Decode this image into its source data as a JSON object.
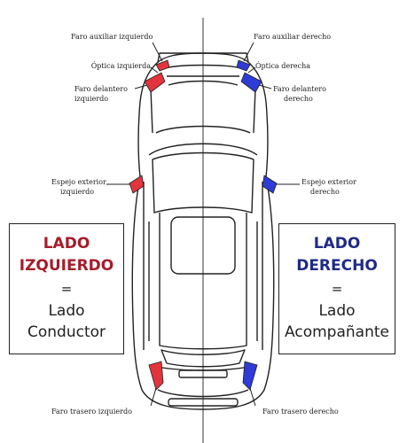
{
  "colors": {
    "left_accent": "#a51c2a",
    "right_accent": "#1f2a86",
    "left_part": "#e2343c",
    "right_part": "#2f3bd6",
    "line": "#222222"
  },
  "labels": {
    "faro_aux_izq": "Faro auxiliar izquierdo",
    "faro_aux_der": "Faro auxiliar derecho",
    "optica_izq": "Óptica izquierda",
    "optica_der": "Óptica derecha",
    "faro_del_izq_1": "Faro delantero",
    "faro_del_izq_2": "izquierdo",
    "faro_del_der_1": "Faro delantero",
    "faro_del_der_2": "derecho",
    "espejo_izq_1": "Espejo exterior",
    "espejo_izq_2": "izquierdo",
    "espejo_der_1": "Espejo exterior",
    "espejo_der_2": "derecho",
    "faro_tras_izq": "Faro trasero izquierdo",
    "faro_tras_der": "Faro trasero derecho"
  },
  "left_box": {
    "line1": "LADO",
    "line2": "IZQUIERDO",
    "equals": "=",
    "sub1": "Lado",
    "sub2": "Conductor"
  },
  "right_box": {
    "line1": "LADO",
    "line2": "DERECHO",
    "equals": "=",
    "sub1": "Lado",
    "sub2": "Acompañante"
  }
}
